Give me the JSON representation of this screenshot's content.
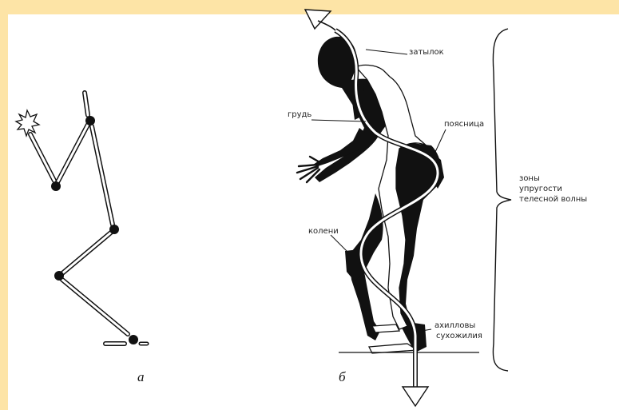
{
  "figure_a": {
    "caption": "а"
  },
  "figure_b": {
    "caption": "б",
    "labels": {
      "nape": "затылок",
      "chest": "грудь",
      "pelvis": "поясница",
      "knees": "колени",
      "achilles_line1": "ахилловы",
      "achilles_line2": "сухожилия"
    },
    "zones": [
      "зоны",
      "упругости",
      "телесной волны"
    ]
  },
  "colors": {
    "background": "#fde4a6",
    "ink": "#111111",
    "paper": "#ffffff"
  },
  "icons": [
    "spark-icon",
    "arrow-up-icon",
    "arrow-down-icon"
  ]
}
